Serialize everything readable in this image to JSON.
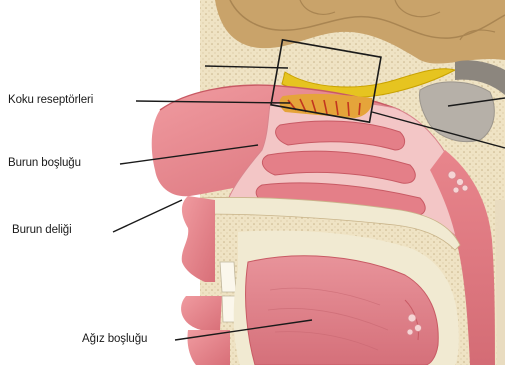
{
  "labels": {
    "olfactory_receptors": "Koku reseptörleri",
    "nasal_cavity": "Burun boşluğu",
    "nostril": "Burun deliği",
    "oral_cavity": "Ağız boşluğu"
  },
  "colors": {
    "skin": "#e8848a",
    "skin_dark": "#c85a64",
    "bone": "#efe3c4",
    "bone_dots": "#c9b48a",
    "brain": "#c9a36a",
    "receptor": "#d9a400",
    "mucosa": "#f3c6c6",
    "line": "#1a1a1a"
  }
}
